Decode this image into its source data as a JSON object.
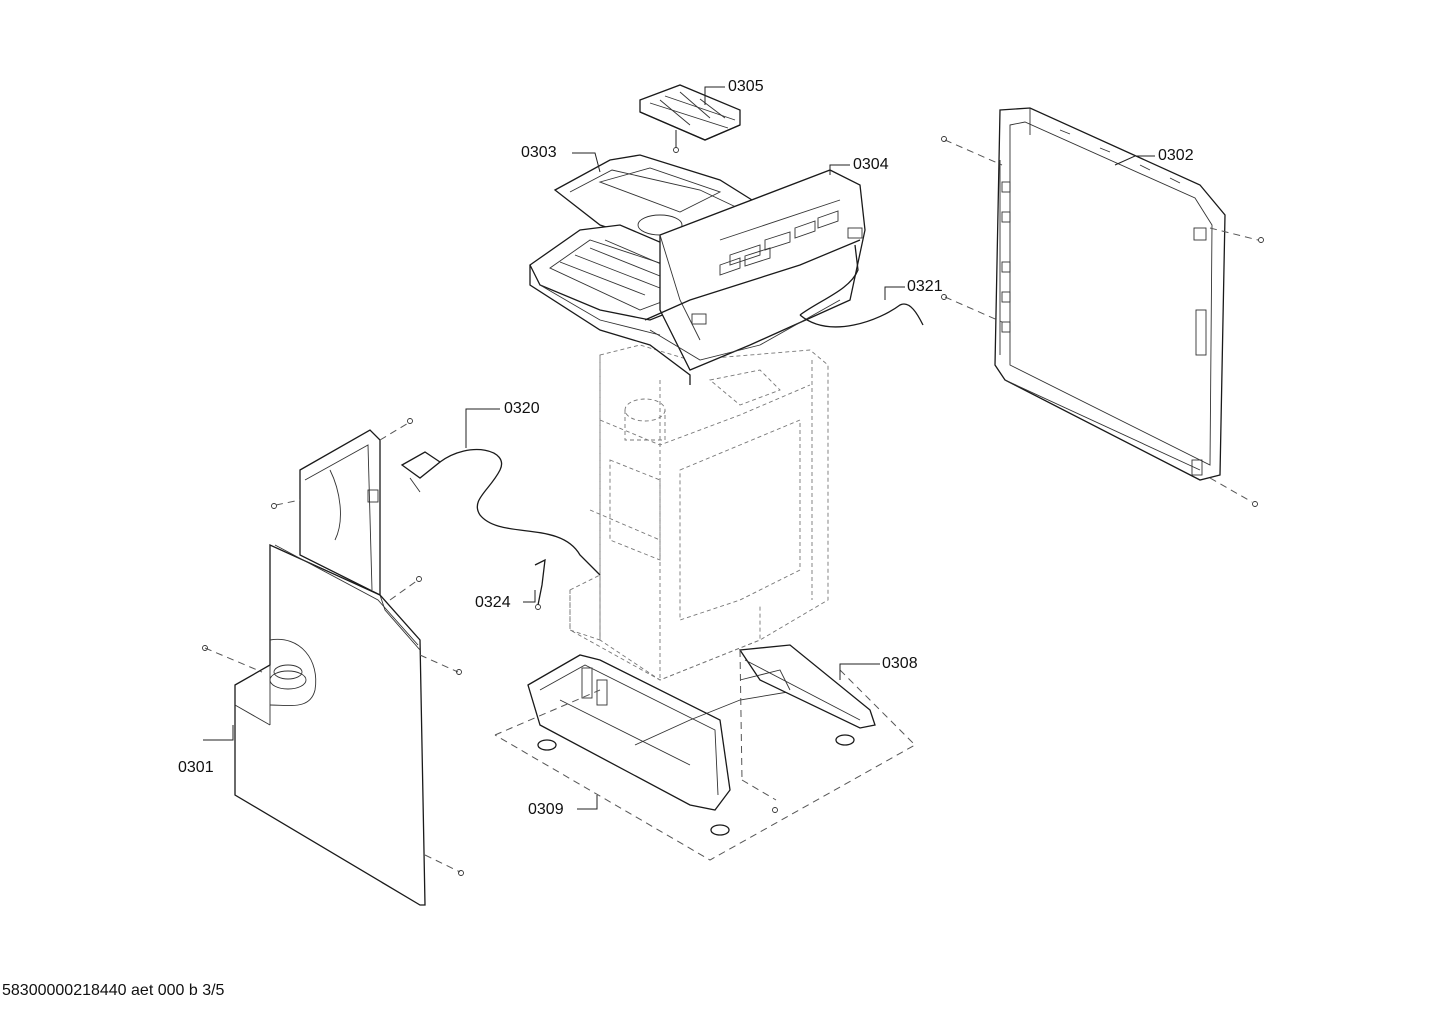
{
  "diagram": {
    "labels": {
      "p0301": "0301",
      "p0302": "0302",
      "p0303": "0303",
      "p0304": "0304",
      "p0305": "0305",
      "p0308": "0308",
      "p0309": "0309",
      "p0320": "0320",
      "p0321": "0321",
      "p0324": "0324"
    },
    "footer": "58300000218440 aet 000 b 3/5"
  }
}
